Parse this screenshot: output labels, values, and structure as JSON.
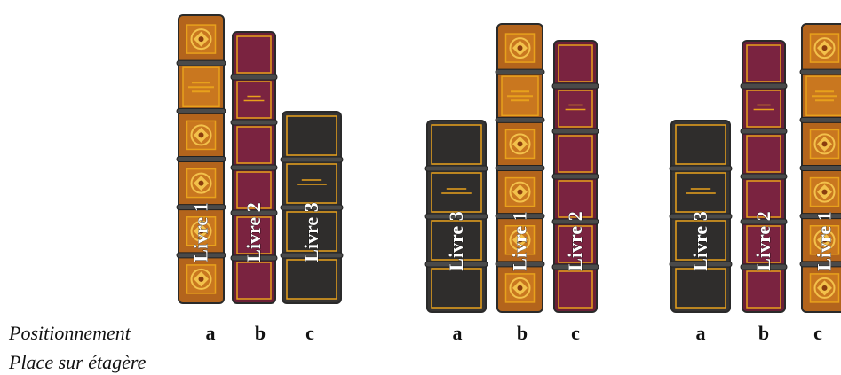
{
  "colors": {
    "book1": "#b3641c",
    "book2": "#6b1f36",
    "book3": "#363433",
    "trim": "#e8a11c",
    "band": "#4a4a4a"
  },
  "labels": {
    "positioning": "Positionnement",
    "place": "Place sur étagère"
  },
  "positions": [
    "a",
    "b",
    "c"
  ],
  "arrangements": [
    {
      "books": [
        {
          "name": "Livre 1",
          "style": "ornate",
          "height_rank": 3
        },
        {
          "name": "Livre 2",
          "style": "maroon",
          "height_rank": 2
        },
        {
          "name": "Livre 3",
          "style": "dark",
          "height_rank": 1
        }
      ]
    },
    {
      "books": [
        {
          "name": "Livre 3",
          "style": "dark",
          "height_rank": 1
        },
        {
          "name": "Livre 1",
          "style": "ornate",
          "height_rank": 3
        },
        {
          "name": "Livre 2",
          "style": "maroon",
          "height_rank": 2
        }
      ]
    },
    {
      "books": [
        {
          "name": "Livre 3",
          "style": "dark",
          "height_rank": 1
        },
        {
          "name": "Livre 2",
          "style": "maroon",
          "height_rank": 2
        },
        {
          "name": "Livre 1",
          "style": "ornate",
          "height_rank": 3
        }
      ]
    }
  ]
}
